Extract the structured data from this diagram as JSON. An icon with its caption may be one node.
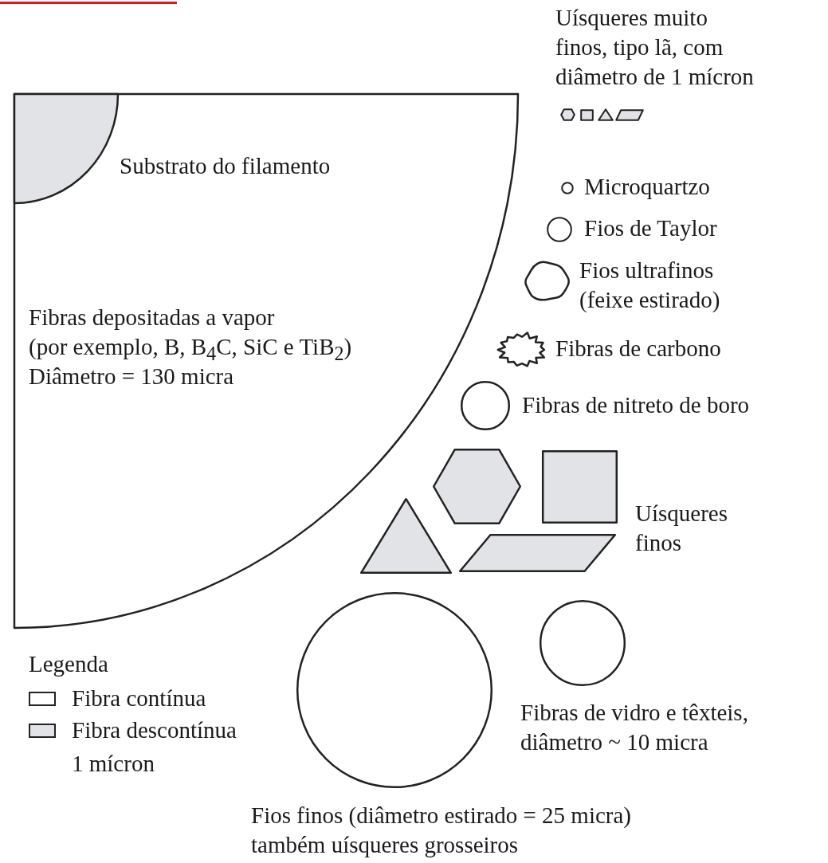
{
  "diagram": {
    "nodes": [
      {
        "text": [
          "Fibras depositadas a vapor",
          "(por exemplo, B, B$_{4}$C, SiC e TiB$_{2}$)",
          "Diâmetro = 130 micra"
        ]
      },
      {
        "text": [],
        "shape": "circle",
        "in": 0,
        "beside": [
          "Substrato do filamento"
        ]
      },
      {
        "text": [],
        "shape": "hexagon"
      },
      {
        "text": [],
        "shape": "box"
      },
      {
        "text": [],
        "shape": "triangle"
      },
      {
        "text": [],
        "shape": "parallelogram"
      },
      {
        "text": [],
        "shape": "circle",
        "beside": [
          "Microquartzo"
        ]
      },
      {
        "text": [],
        "shape": "circle",
        "beside": [
          "Fios de Taylor"
        ]
      },
      {
        "text": [],
        "shape": "cloud",
        "beside": [
          "Fios ultrafinos (feixe estirado)"
        ]
      },
      {
        "text": [],
        "shape": "cloud",
        "beside": [
          "Fibras de carbono"
        ]
      },
      {
        "text": [],
        "shape": "circle",
        "beside": [
          "Fibras de nitreto de boro"
        ]
      },
      {
        "text": [],
        "shape": "hexagon"
      },
      {
        "text": [],
        "shape": "box"
      },
      {
        "text": [],
        "shape": "triangle"
      },
      {
        "text": [],
        "shape": "parallelogram"
      },
      {
        "text": [],
        "shape": "circle",
        "beside": [
          "Fios finos (diâmetro estirado = 25 micra) também uísqueres grosseiros"
        ]
      },
      {
        "text": [],
        "shape": "circle",
        "beside": [
          "Fibras de vidro e têxteis, diâmetro ~ 10 micra"
        ]
      }
    ],
    "labels": [
      "Uísqueres muito finos, tipo lã, com diâmetro de 1 mícron",
      "Uísqueres finos",
      "Legenda",
      "1 mícron"
    ],
    "legend": [
      {
        "text": "Fibra contínua",
        "color": "#ffffff"
      },
      {
        "text": "Fibra descontínua",
        "color": "#e2e3e6"
      }
    ]
  }
}
